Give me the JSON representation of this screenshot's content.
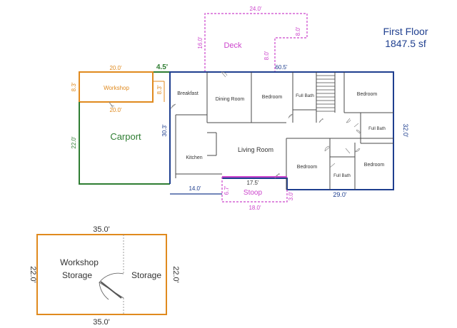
{
  "header": {
    "title": "First Floor",
    "area": "1847.5 sf"
  },
  "colors": {
    "house": "#1f3f8f",
    "carport": "#2e7d32",
    "workshop": "#e08a1e",
    "deck": "#cc44cc",
    "interior": "#4a4a4a"
  },
  "deck": {
    "label": "Deck",
    "dim_top": "24.0'",
    "dim_left": "16.0'",
    "dim_right": "8.0'",
    "dim_step": "8.0'"
  },
  "house": {
    "dim_top": "60.5'",
    "dim_right": "32.0'",
    "dim_bottom": "29.0'",
    "dim_bottom_left": "14.0'",
    "dim_kitchen": "30.3'"
  },
  "green_dim": "4.5'",
  "workshop": {
    "label": "Workshop",
    "dim_top": "20.0'",
    "dim_bottom": "20.0'",
    "dim_left": "8.3'",
    "dim_right": "8.3'"
  },
  "carport": {
    "label": "Carport",
    "dim_left": "22.0'"
  },
  "stoop": {
    "label": "Stoop",
    "dim_top": "17.5'",
    "dim_bottom": "18.0'",
    "dim_left": "6.7'",
    "dim_right": "3.0'"
  },
  "rooms": {
    "breakfast": "Breakfast",
    "dining": "Dining Room",
    "bedroom1": "Bedroom",
    "full_bath1": "Full Bath",
    "bedroom2": "Bedroom",
    "full_bath2": "Full Bath",
    "kitchen": "Kitchen",
    "living": "Living Room",
    "bedroom3": "Bedroom",
    "full_bath3": "Full Bath",
    "bedroom4": "Bedroom"
  },
  "storage_building": {
    "label_left_1": "Workshop",
    "label_left_2": "Storage",
    "label_right": "Storage",
    "dim_top": "35.0'",
    "dim_bottom": "35.0'",
    "dim_left": "22.0'",
    "dim_right": "22.0'"
  }
}
